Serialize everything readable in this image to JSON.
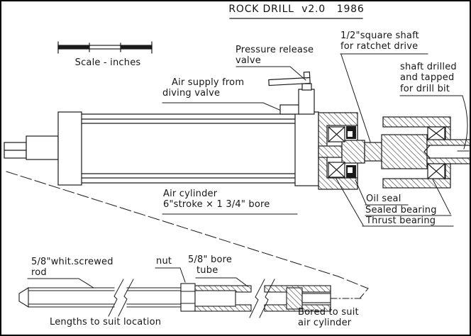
{
  "colors": {
    "ink": "#1a1a1a",
    "paper": "#ffffff"
  },
  "title": "ROCK DRILL  v2.0   1986",
  "scale_label": "Scale - inches",
  "annotations": {
    "pressure_release": {
      "line1": "Pressure release",
      "line2": "valve"
    },
    "air_supply": {
      "line1": "Air supply from",
      "line2": "diving valve"
    },
    "square_shaft": {
      "line1": "1/2\"square shaft",
      "line2": "for ratchet drive"
    },
    "shaft_drilled": {
      "line1": "shaft drilled",
      "line2": "and tapped",
      "line3": "for drill bit"
    },
    "air_cylinder": {
      "line1": "Air cylinder",
      "line2": "6\"stroke × 1 3/4\" bore"
    },
    "oil_seal": "Oil seal",
    "sealed_bearing": "Sealed bearing",
    "thrust_bearing": "Thrust bearing",
    "screwed_rod": {
      "line1": "5/8\"whit.screwed",
      "line2": "rod"
    },
    "nut": "nut",
    "bore_tube": {
      "line1": "5/8\" bore",
      "line2": "tube"
    },
    "bored_to_suit": {
      "line1": "Bored to suit",
      "line2": "air cylinder"
    },
    "lengths": "Lengths to suit location"
  }
}
